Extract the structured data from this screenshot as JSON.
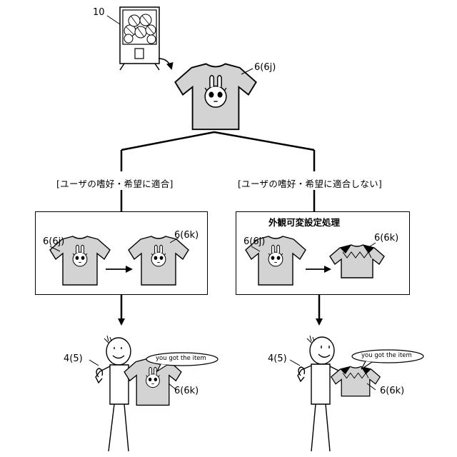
{
  "labels": {
    "machine": "10",
    "top_shirt": "6(6j)",
    "box1_left": "6(6j)",
    "box1_right": "6(6k)",
    "box2_left": "6(6j)",
    "box2_right": "6(6k)",
    "user_left": "4(5)",
    "user_right": "4(5)",
    "shirt_left_result": "6(6k)",
    "shirt_right_result": "6(6k)"
  },
  "conditions": {
    "left": "[ユーザの嗜好・希望に適合]",
    "right": "[ユーザの嗜好・希望に適合しない]"
  },
  "process_title": "外観可変設定処理",
  "speech": {
    "left": "you got the item",
    "right": "you got the item"
  },
  "colors": {
    "shirt_fill": "#d3d3d3",
    "line": "#000000",
    "background": "#ffffff"
  }
}
